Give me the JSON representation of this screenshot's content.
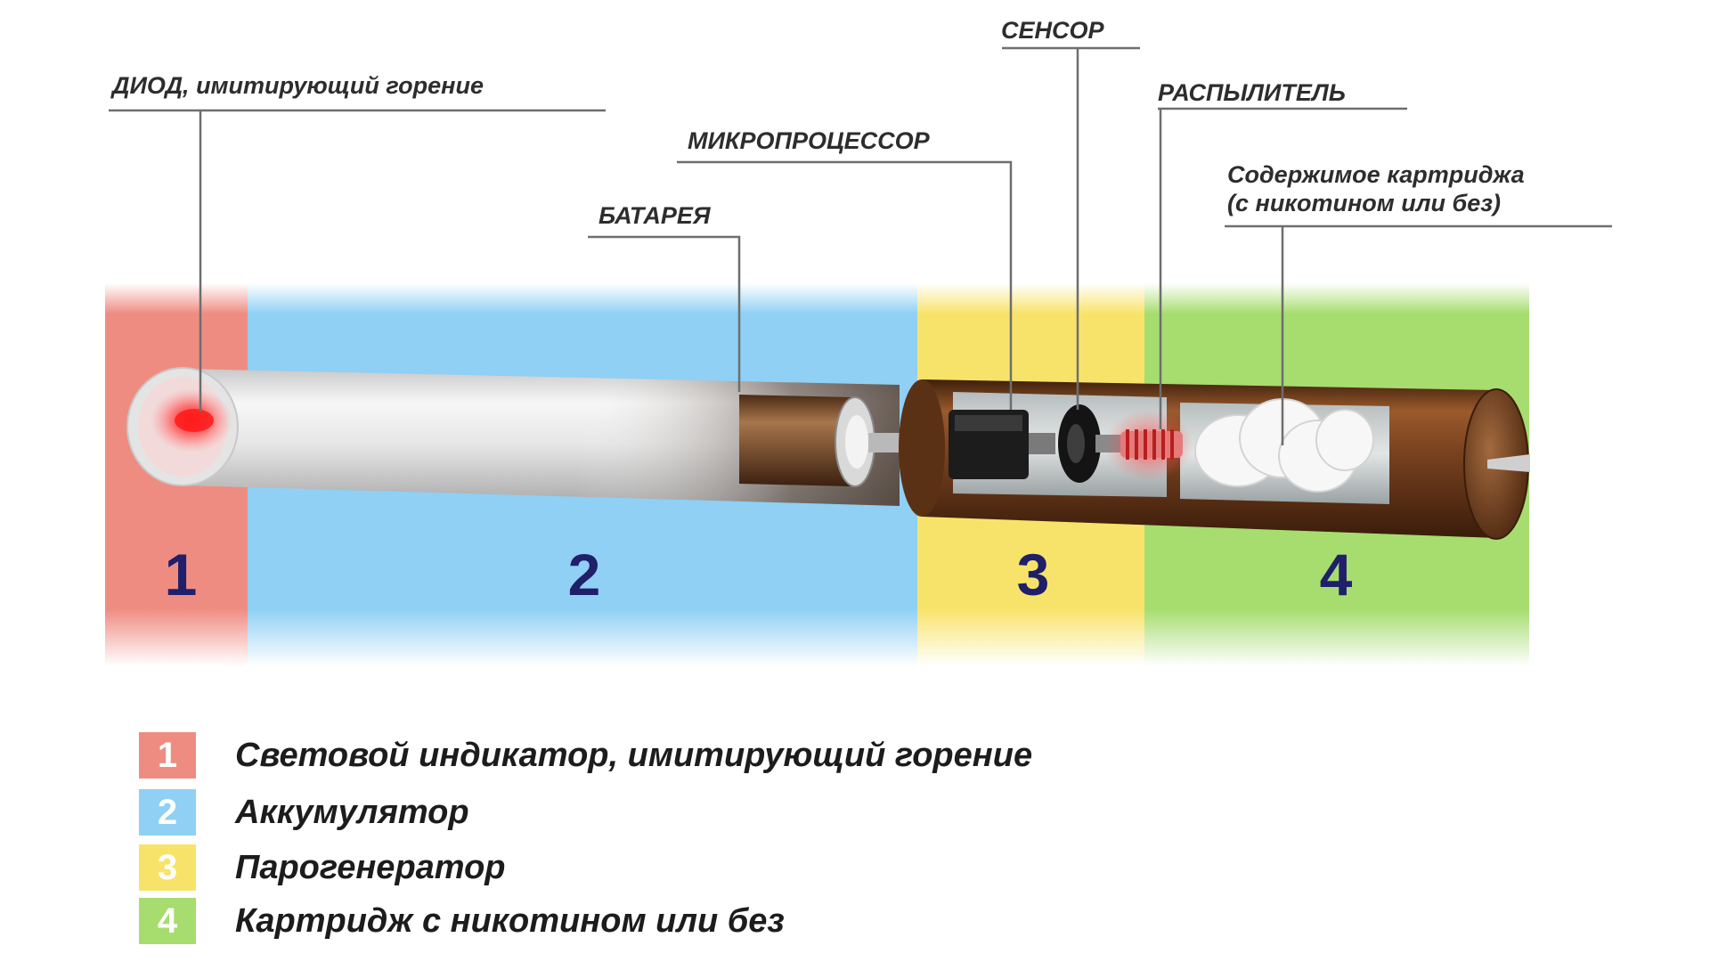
{
  "callouts": {
    "diode": "ДИОД, имитирующий горение",
    "battery": "БАТАРЕЯ",
    "microprocessor": "МИКРОПРОЦЕССОР",
    "sensor": "СЕНСОР",
    "atomizer": "РАСПЫЛИТЕЛЬ",
    "cartridge_contents": "Содержимое картриджа\n(с никотином или без)"
  },
  "zones": [
    {
      "number": "1",
      "color": "#ef8c82"
    },
    {
      "number": "2",
      "color": "#8fd0f4"
    },
    {
      "number": "3",
      "color": "#f8e36a"
    },
    {
      "number": "4",
      "color": "#a6dd6e"
    }
  ],
  "legend": [
    {
      "number": "1",
      "label": "Световой индикатор, имитирующий горение",
      "color": "#ef8c82"
    },
    {
      "number": "2",
      "label": "Аккумулятор",
      "color": "#8fd0f4"
    },
    {
      "number": "3",
      "label": "Парогенератор",
      "color": "#f8e36a"
    },
    {
      "number": "4",
      "label": "Картридж с никотином или без",
      "color": "#a6dd6e"
    }
  ],
  "colors": {
    "zone_number_text": "#1f1f6a",
    "led_glow": "#ff2a2a",
    "brown_casing": "#6b3818",
    "white_tube": "#e9e9e9"
  }
}
